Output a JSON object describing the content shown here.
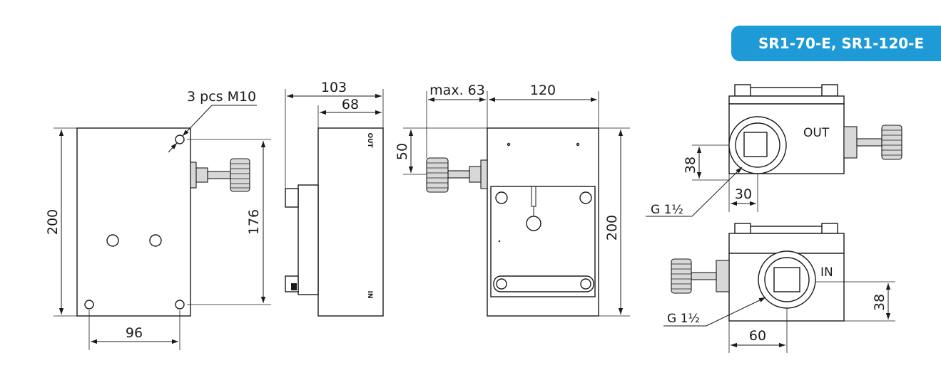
{
  "title": "SR1-70-E, SR1-120-E",
  "colors": {
    "badge": "#1e9ad6",
    "badge_text": "#ffffff",
    "line": "#1a1a1a"
  },
  "view_front": {
    "hole_label": "3 pcs M10",
    "dim_height": "200",
    "dim_hole_spacing_v": "176",
    "dim_width": "96"
  },
  "view_side": {
    "dim_depth_total": "103",
    "dim_depth_body": "68",
    "label_out": "OUT",
    "label_in": "IN"
  },
  "view_rear": {
    "dim_knob": "max. 63",
    "dim_width": "120",
    "dim_offset": "50",
    "dim_height": "200"
  },
  "view_top_out": {
    "label": "OUT",
    "dim_height": "38",
    "dim_offset": "30",
    "thread": "G 1½"
  },
  "view_top_in": {
    "label": "IN",
    "dim_height": "38",
    "dim_offset": "60",
    "thread": "G 1½"
  }
}
